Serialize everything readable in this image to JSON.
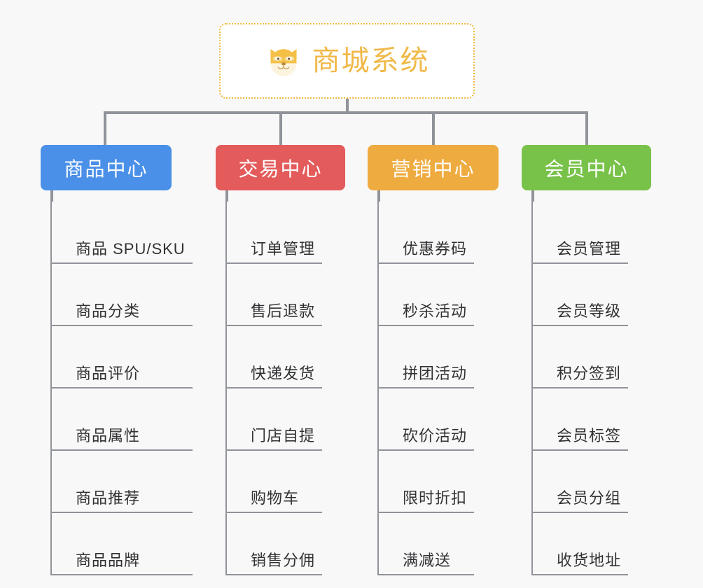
{
  "diagram": {
    "type": "org-chart",
    "background_color": "#f8f8f8",
    "root": {
      "title": "商城系统",
      "icon": "shiba-dog-icon",
      "text_color": "#f0b948",
      "border_color": "#f0b942",
      "border_style": "dotted",
      "background_color": "#ffffff"
    },
    "connector_color": "#909399",
    "branches": [
      {
        "label": "商品中心",
        "color": "#4a90e8",
        "children": [
          "商品 SPU/SKU",
          "商品分类",
          "商品评价",
          "商品属性",
          "商品推荐",
          "商品品牌"
        ]
      },
      {
        "label": "交易中心",
        "color": "#e35b5b",
        "children": [
          "订单管理",
          "售后退款",
          "快递发货",
          "门店自提",
          "购物车",
          "销售分佣"
        ]
      },
      {
        "label": "营销中心",
        "color": "#eeab3f",
        "children": [
          "优惠券码",
          "秒杀活动",
          "拼团活动",
          "砍价活动",
          "限时折扣",
          "满减送"
        ]
      },
      {
        "label": "会员中心",
        "color": "#78c249",
        "children": [
          "会员管理",
          "会员等级",
          "积分签到",
          "会员标签",
          "会员分组",
          "收货地址"
        ]
      }
    ]
  }
}
